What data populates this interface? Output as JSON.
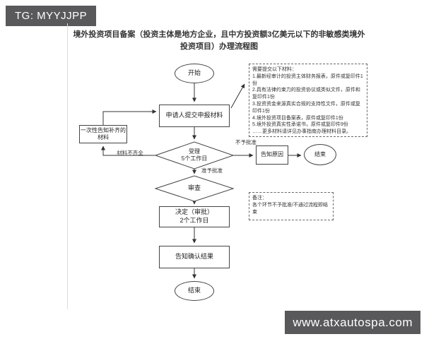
{
  "watermarks": {
    "top": "TG: MYYJJPP",
    "bottom": "www.atxautospa.com"
  },
  "title": "境外投资项目备案（投资主体是地方企业，且中方投资额3亿美元以下的非敏感类境外投资项目）办理流程图",
  "flowchart": {
    "nodes": {
      "start": "开始",
      "submit": "申请人提交申报材料",
      "supplement": "一次性告知补齐的材料",
      "accept_line1": "受理",
      "accept_line2": "5个工作日",
      "review": "审查",
      "decide_line1": "决定（审批）",
      "decide_line2": "2个工作日",
      "notify_result": "告知确认结果",
      "notify_reason": "告知原因",
      "end_right": "结束",
      "end_bottom": "结束"
    },
    "edge_labels": {
      "not_approved": "不予批准",
      "approved": "准予批准",
      "materials_incomplete": "材料不齐全"
    },
    "materials_note": {
      "lines": [
        "需要提交以下材料：",
        "1.最新经审计的投资主体财务报表，原件或复印件1份",
        "2.具有法律约束力的投资协议或类似文件，原件和复印件1份",
        "3.投资资金来源真实合规的支持性文件，原件或复印件1份",
        "4.境外投资项目备案表，原件或复印件1份",
        "5.境外投资真实性承诺书，原件或复印件9份",
        "……更多材料请详见办事指南办理材料目录。"
      ]
    },
    "remark_note": {
      "lines": [
        "备注：",
        "各个环节不予批准/不通过流程即结束"
      ]
    }
  },
  "colors": {
    "badge_bg": "#59595b",
    "line": "#333333",
    "node_border": "#444444"
  }
}
